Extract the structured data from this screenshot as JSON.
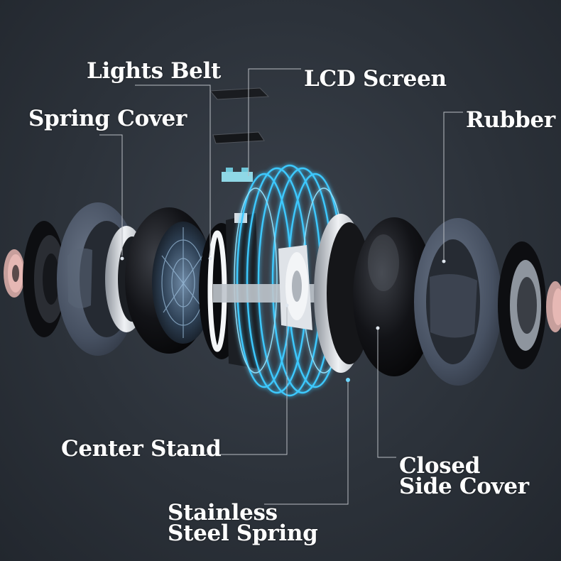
{
  "labels": {
    "lights_belt": "Lights Belt",
    "lcd_screen": "LCD Screen",
    "spring_cover": "Spring Cover",
    "rubber": "Rubber",
    "center_stand": "Center Stand",
    "closed_side_cover_line1": "Closed",
    "closed_side_cover_line2": "Side Cover",
    "stainless_steel_spring_line1": "Stainless",
    "stainless_steel_spring_line2": "Steel Spring"
  },
  "colors": {
    "background": "#2b3038",
    "label_text": "#ffffff",
    "leader_line": "#b8bcc2",
    "glow": "#3ec9ff",
    "rubber": "#4b5566",
    "steel": "#c9ced4",
    "shell": "#0c0d10",
    "pcb": "#8fd8e6",
    "pink_cap": "#e6b8b4"
  }
}
